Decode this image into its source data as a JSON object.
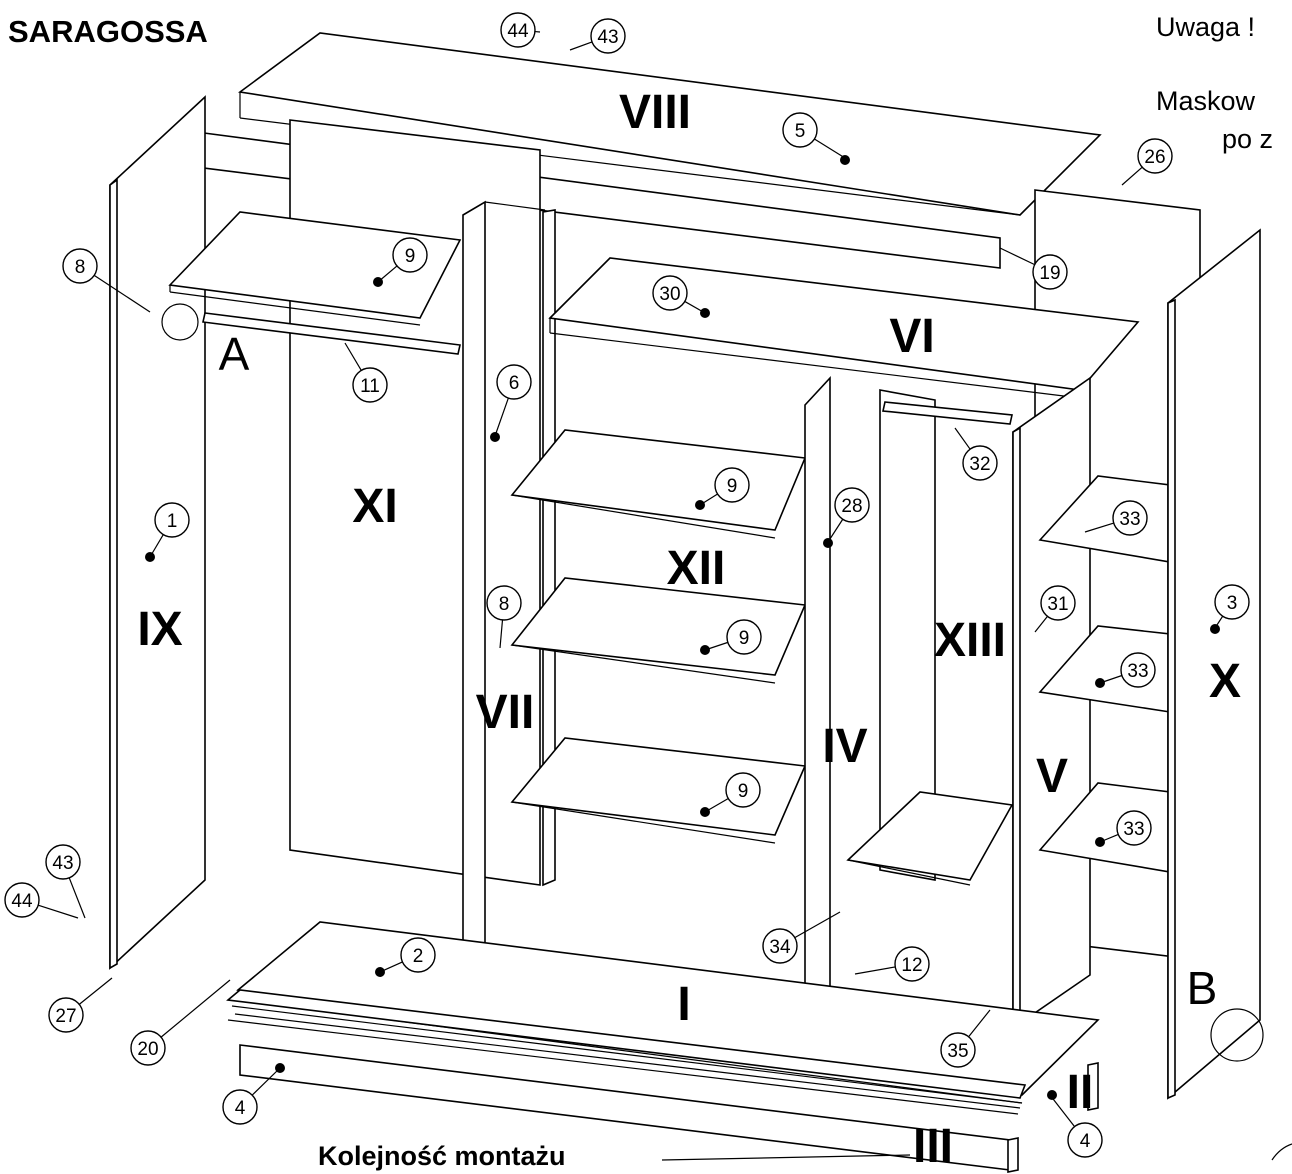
{
  "header": {
    "title": "SARAGOSSA",
    "note_line1": "Uwaga !",
    "note_line2": "Maskow",
    "note_line3": "po z",
    "order_label": "Kolejność montażu"
  },
  "roman_labels": [
    "VIII",
    "VI",
    "XI",
    "XII",
    "IX",
    "VII",
    "IV",
    "XIII",
    "X",
    "V",
    "I",
    "II",
    "III"
  ],
  "letter_labels": [
    "A",
    "B"
  ],
  "part_numbers": [
    "44",
    "43",
    "5",
    "26",
    "19",
    "8",
    "9",
    "30",
    "11",
    "6",
    "32",
    "9",
    "28",
    "33",
    "1",
    "8",
    "9",
    "31",
    "3",
    "33",
    "9",
    "33",
    "43",
    "44",
    "34",
    "12",
    "27",
    "2",
    "20",
    "35",
    "4",
    "4"
  ]
}
